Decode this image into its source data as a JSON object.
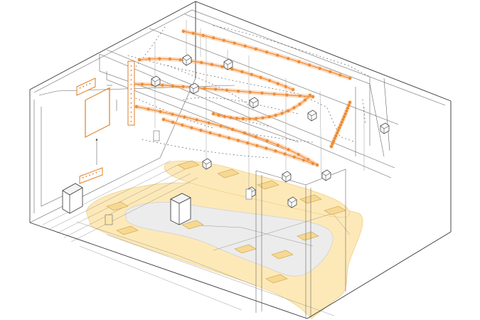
{
  "colors": {
    "background": "#ffffff",
    "outline": "#333333",
    "light_strip": "#f08a30",
    "light_glow": "#f7b27a",
    "floor_light": "#fde9b8",
    "floor_light_edge": "#f3cf86",
    "rug": "#ececec",
    "panel": "#f6d891",
    "device_face": "#ffffff"
  },
  "icons": {
    "light_fixture": "led-dot-icon",
    "spotlight": "spotlight-icon",
    "speaker": "speaker-cabinet-icon",
    "wall_controller": "control-panel-icon"
  },
  "counts": {
    "ceiling_light_strips": 7,
    "spotlights": 10,
    "speaker_cabinets": 2,
    "floor_light_panels": 12
  }
}
